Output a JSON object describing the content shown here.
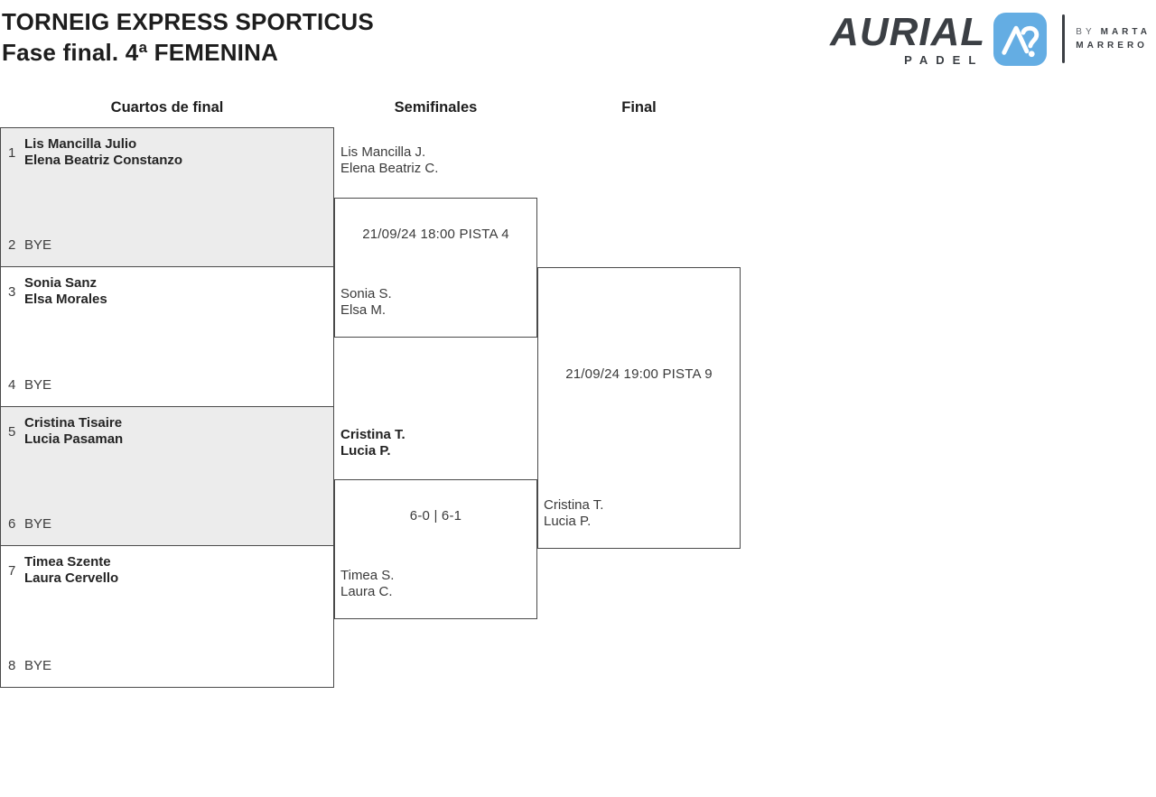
{
  "header": {
    "title": "TORNEIG EXPRESS SPORTICUS",
    "subtitle": "Fase final. 4ª FEMENINA"
  },
  "logo": {
    "brand": "AURIAL",
    "brand_sub": "PADEL",
    "by_prefix": "BY",
    "by_name_line1": "MARTA",
    "by_name_line2": "MARRERO",
    "colors": {
      "mark_blue": "#64ADE3",
      "brand_dark": "#3B3F44"
    }
  },
  "round_headers": {
    "quarterfinals": "Cuartos de final",
    "semifinals": "Semifinales",
    "final": "Final"
  },
  "quarterfinals": [
    {
      "seed1": "1",
      "team1_player1": "Lis Mancilla Julio",
      "team1_player2": "Elena Beatriz Constanzo",
      "seed2": "2",
      "team2": "BYE"
    },
    {
      "seed1": "3",
      "team1_player1": "Sonia Sanz",
      "team1_player2": "Elsa Morales",
      "seed2": "4",
      "team2": "BYE"
    },
    {
      "seed1": "5",
      "team1_player1": "Cristina Tisaire",
      "team1_player2": "Lucia Pasaman",
      "seed2": "6",
      "team2": "BYE"
    },
    {
      "seed1": "7",
      "team1_player1": "Timea Szente",
      "team1_player2": "Laura Cervello",
      "seed2": "8",
      "team2": "BYE"
    }
  ],
  "semifinals": [
    {
      "team1_player1": "Lis Mancilla J.",
      "team1_player2": "Elena Beatriz C.",
      "info": "21/09/24 18:00 PISTA 4",
      "team2_player1": "Sonia S.",
      "team2_player2": "Elsa M."
    },
    {
      "team1_player1": "Cristina T.",
      "team1_player2": "Lucia P.",
      "info": "6-0 | 6-1",
      "team2_player1": "Timea S.",
      "team2_player2": "Laura C."
    }
  ],
  "final": {
    "info": "21/09/24 19:00 PISTA 9",
    "team2_player1": "Cristina T.",
    "team2_player2": "Lucia P."
  },
  "colors": {
    "box_fill_alt": "#ECECEC",
    "box_border": "#4A4A4A"
  }
}
